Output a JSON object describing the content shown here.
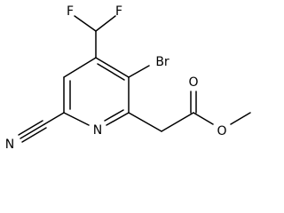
{
  "molecule": {
    "atoms": {
      "F1": "F",
      "F2": "F",
      "Br": "Br",
      "O_carbonyl": "O",
      "O_ester": "O",
      "N_ring": "N",
      "N_nitrile": "N"
    }
  }
}
